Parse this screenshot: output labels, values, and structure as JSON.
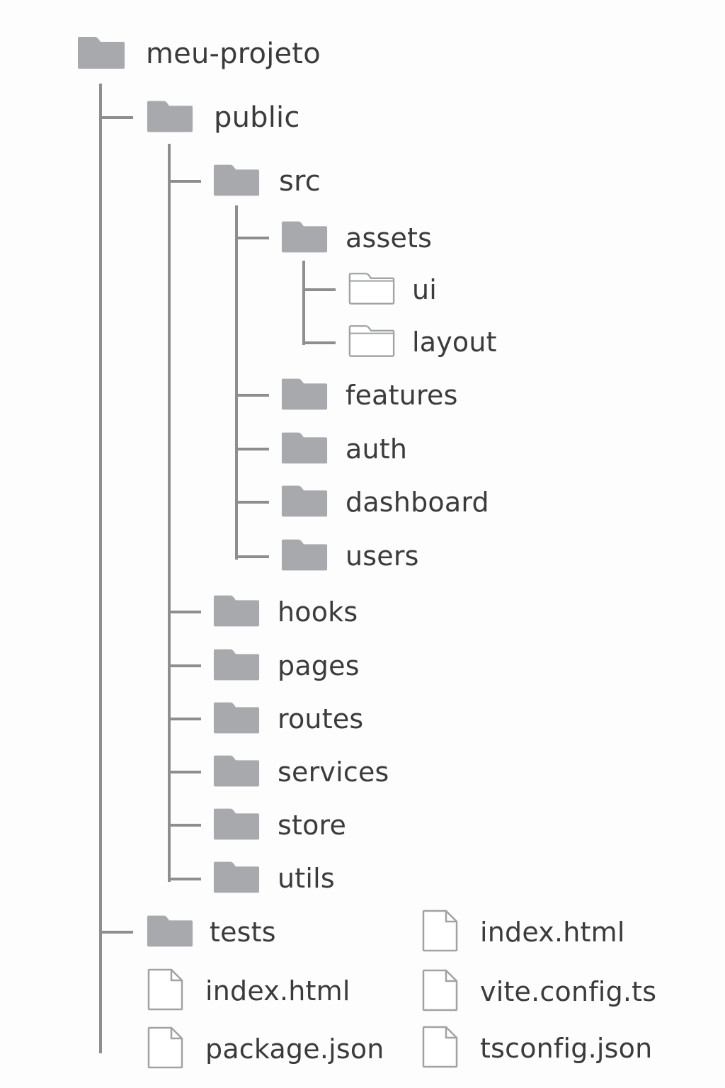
{
  "tree": {
    "root": {
      "name": "meu-projeto",
      "icon": "folder-icon"
    },
    "folders": {
      "public": "public",
      "src": "src",
      "assets": "assets",
      "ui": "ui",
      "layout": "layout",
      "features": "features",
      "auth": "auth",
      "dashboard": "dashboard",
      "users": "users",
      "hooks": "hooks",
      "pages": "pages",
      "routes": "routes",
      "services": "services",
      "store": "store",
      "utils": "utils",
      "tests": "tests"
    },
    "files": {
      "index_left": "index.html",
      "package_json": "package.json",
      "index_right": "index.html",
      "vite_config": "vite.config.ts",
      "tsconfig": "tsconfig.json"
    },
    "icons": {
      "folder": "folder-icon",
      "folder_open": "folder-outline-icon",
      "file": "file-icon"
    }
  },
  "colors": {
    "folder_fill": "#a7a9ac",
    "outline_stroke": "#a0a2a5",
    "connector_line": "#8e8e8e",
    "text": "#3b3b3b",
    "background": "#fdfdfd"
  }
}
